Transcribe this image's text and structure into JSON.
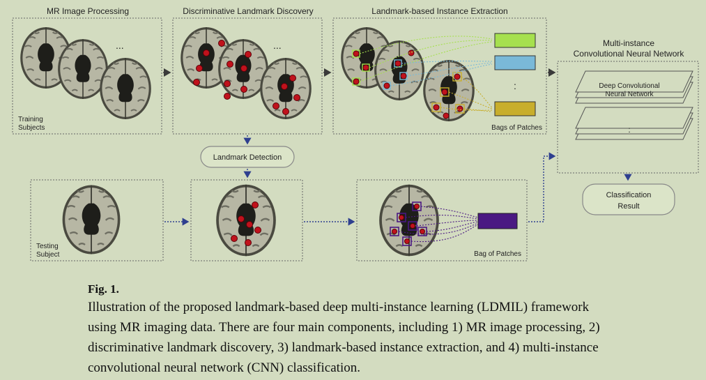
{
  "panels": {
    "mr_processing": {
      "title": "MR Image Processing",
      "note": [
        "Training",
        "Subjects"
      ],
      "dots": "..."
    },
    "landmark_discovery": {
      "title": "Discriminative Landmark Discovery",
      "dots": "..."
    },
    "instance_extraction": {
      "title": "Landmark-based Instance Extraction",
      "bags_label": "Bags of Patches",
      "vdots": ":"
    },
    "cnn": {
      "title_lines": [
        "Multi-instance",
        "Convolutional Neural Network"
      ],
      "layer_label": [
        "Deep Convolutional",
        "Neural Network"
      ],
      "vdots": ":"
    }
  },
  "landmark_detection": {
    "label": "Landmark Detection"
  },
  "classification_result": {
    "lines": [
      "Classification",
      "Result"
    ]
  },
  "testing": {
    "note": [
      "Testing",
      "Subject"
    ],
    "bag_label": "Bag of Patches"
  },
  "colors": {
    "background": "#d3dcc0",
    "bag_green": "#a6e04e",
    "bag_blue": "#7ab9d8",
    "bag_gold": "#c8ae2c",
    "bag_purple": "#4a1882",
    "landmark_red": "#c0121c",
    "arrow": "#3a3a3a",
    "dotted_link": "#2e3f8f"
  },
  "caption": {
    "figure_label": "Fig. 1.",
    "text": "Illustration of the proposed landmark-based deep multi-instance learning (LDMIL) framework using MR imaging data. There are four main components, including 1) MR image processing, 2) discriminative landmark discovery, 3) landmark-based instance extraction, and 4) multi-instance convolutional neural network (CNN) classification."
  }
}
